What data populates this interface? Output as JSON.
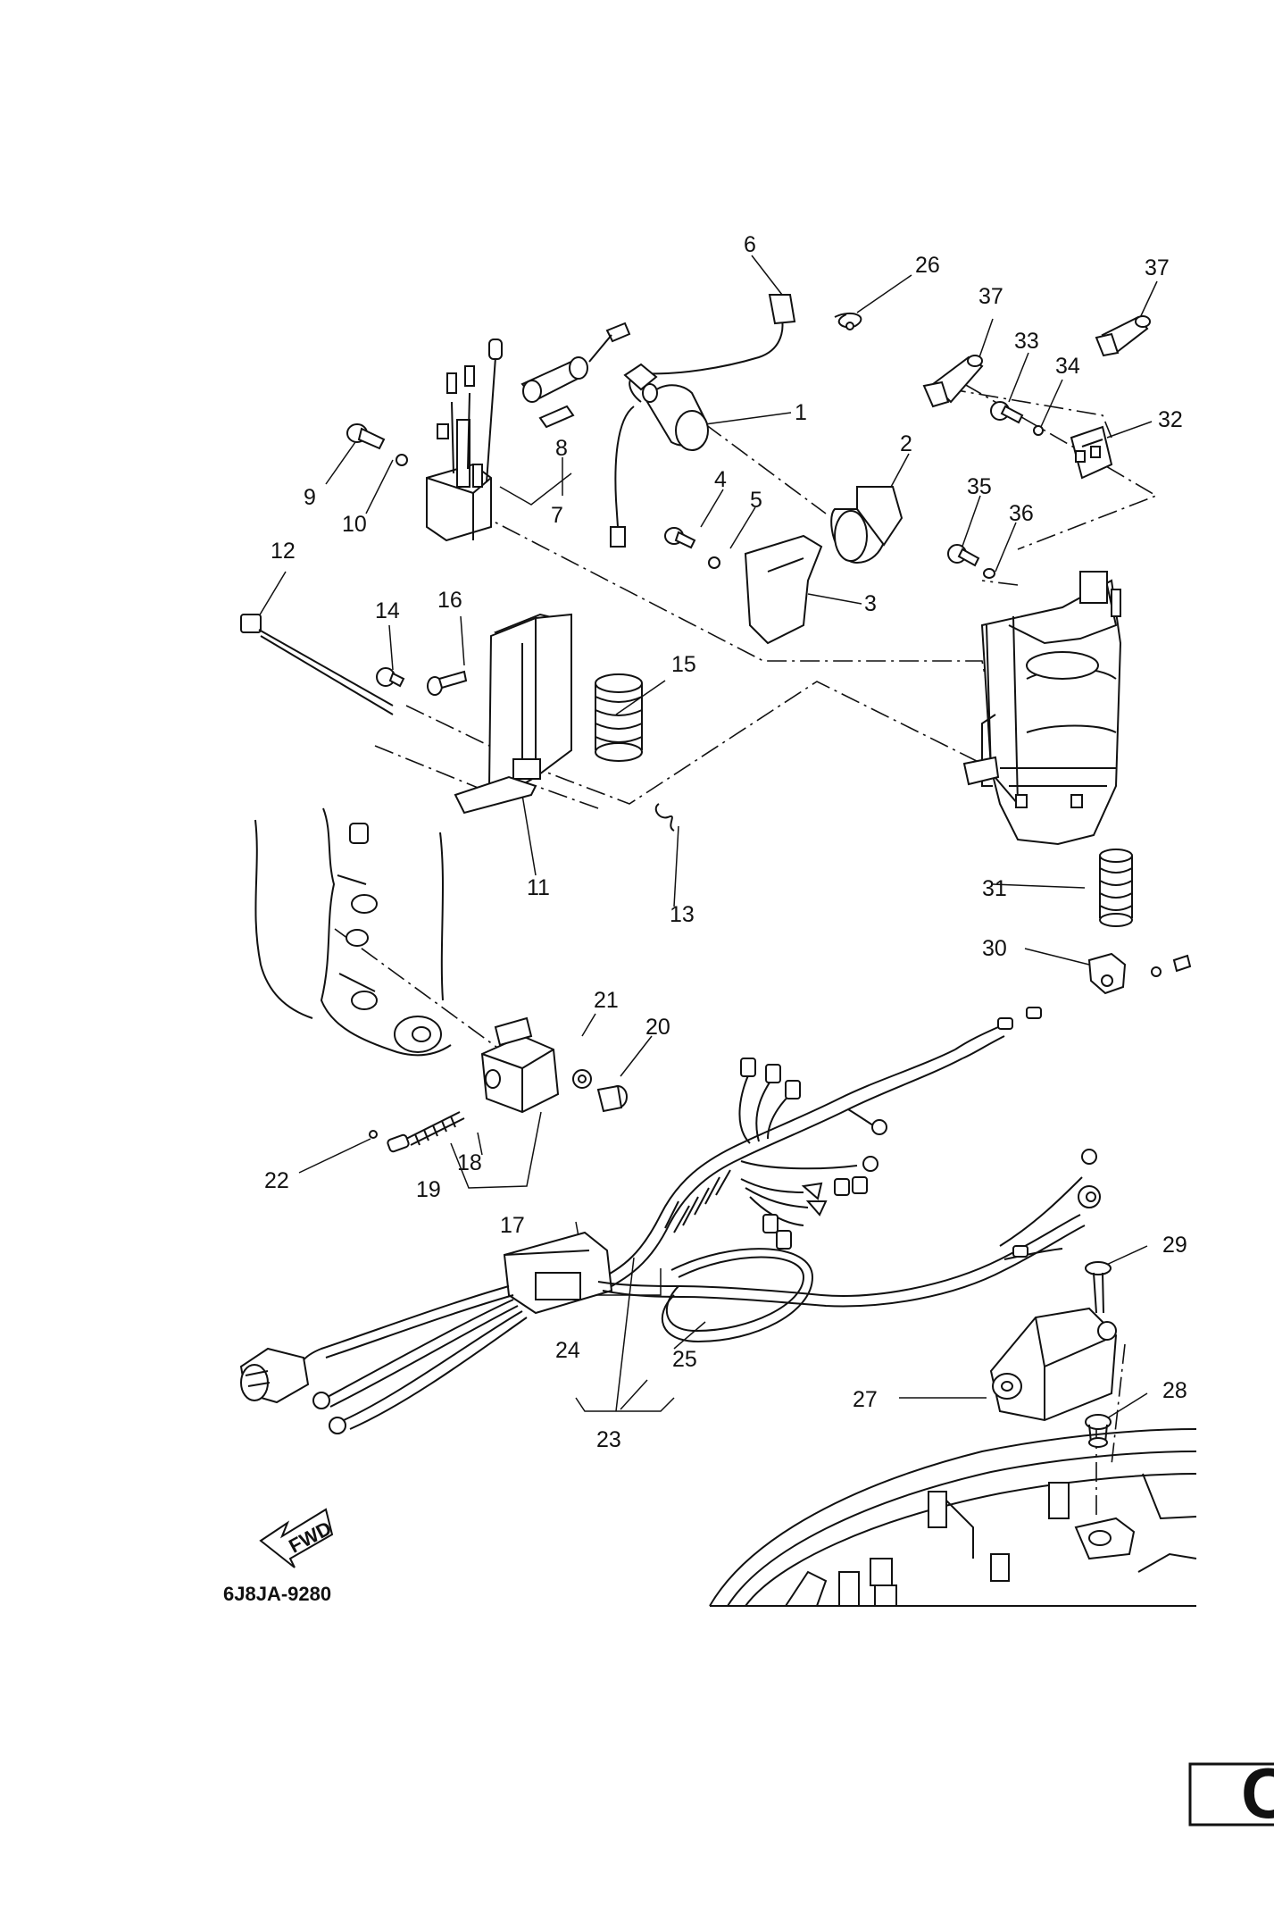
{
  "diagram": {
    "drawing_code": "6J8JA-9280",
    "fwd_label": "FWD",
    "corner_badge": "C",
    "callouts": [
      {
        "id": "c1",
        "label": "1"
      },
      {
        "id": "c2",
        "label": "2"
      },
      {
        "id": "c3",
        "label": "3"
      },
      {
        "id": "c4",
        "label": "4"
      },
      {
        "id": "c5",
        "label": "5"
      },
      {
        "id": "c6",
        "label": "6"
      },
      {
        "id": "c7",
        "label": "7"
      },
      {
        "id": "c8",
        "label": "8"
      },
      {
        "id": "c9",
        "label": "9"
      },
      {
        "id": "c10",
        "label": "10"
      },
      {
        "id": "c11",
        "label": "11"
      },
      {
        "id": "c12",
        "label": "12"
      },
      {
        "id": "c13",
        "label": "13"
      },
      {
        "id": "c14",
        "label": "14"
      },
      {
        "id": "c15",
        "label": "15"
      },
      {
        "id": "c16",
        "label": "16"
      },
      {
        "id": "c17",
        "label": "17"
      },
      {
        "id": "c18",
        "label": "18"
      },
      {
        "id": "c19",
        "label": "19"
      },
      {
        "id": "c20",
        "label": "20"
      },
      {
        "id": "c21",
        "label": "21"
      },
      {
        "id": "c22",
        "label": "22"
      },
      {
        "id": "c23",
        "label": "23"
      },
      {
        "id": "c24",
        "label": "24"
      },
      {
        "id": "c25",
        "label": "25"
      },
      {
        "id": "c26",
        "label": "26"
      },
      {
        "id": "c27",
        "label": "27"
      },
      {
        "id": "c28",
        "label": "28"
      },
      {
        "id": "c29",
        "label": "29"
      },
      {
        "id": "c30",
        "label": "30"
      },
      {
        "id": "c31",
        "label": "31"
      },
      {
        "id": "c32",
        "label": "32"
      },
      {
        "id": "c33",
        "label": "33"
      },
      {
        "id": "c34",
        "label": "34"
      },
      {
        "id": "c35",
        "label": "35"
      },
      {
        "id": "c36",
        "label": "36"
      },
      {
        "id": "c37a",
        "label": "37"
      },
      {
        "id": "c37b",
        "label": "37"
      }
    ]
  }
}
